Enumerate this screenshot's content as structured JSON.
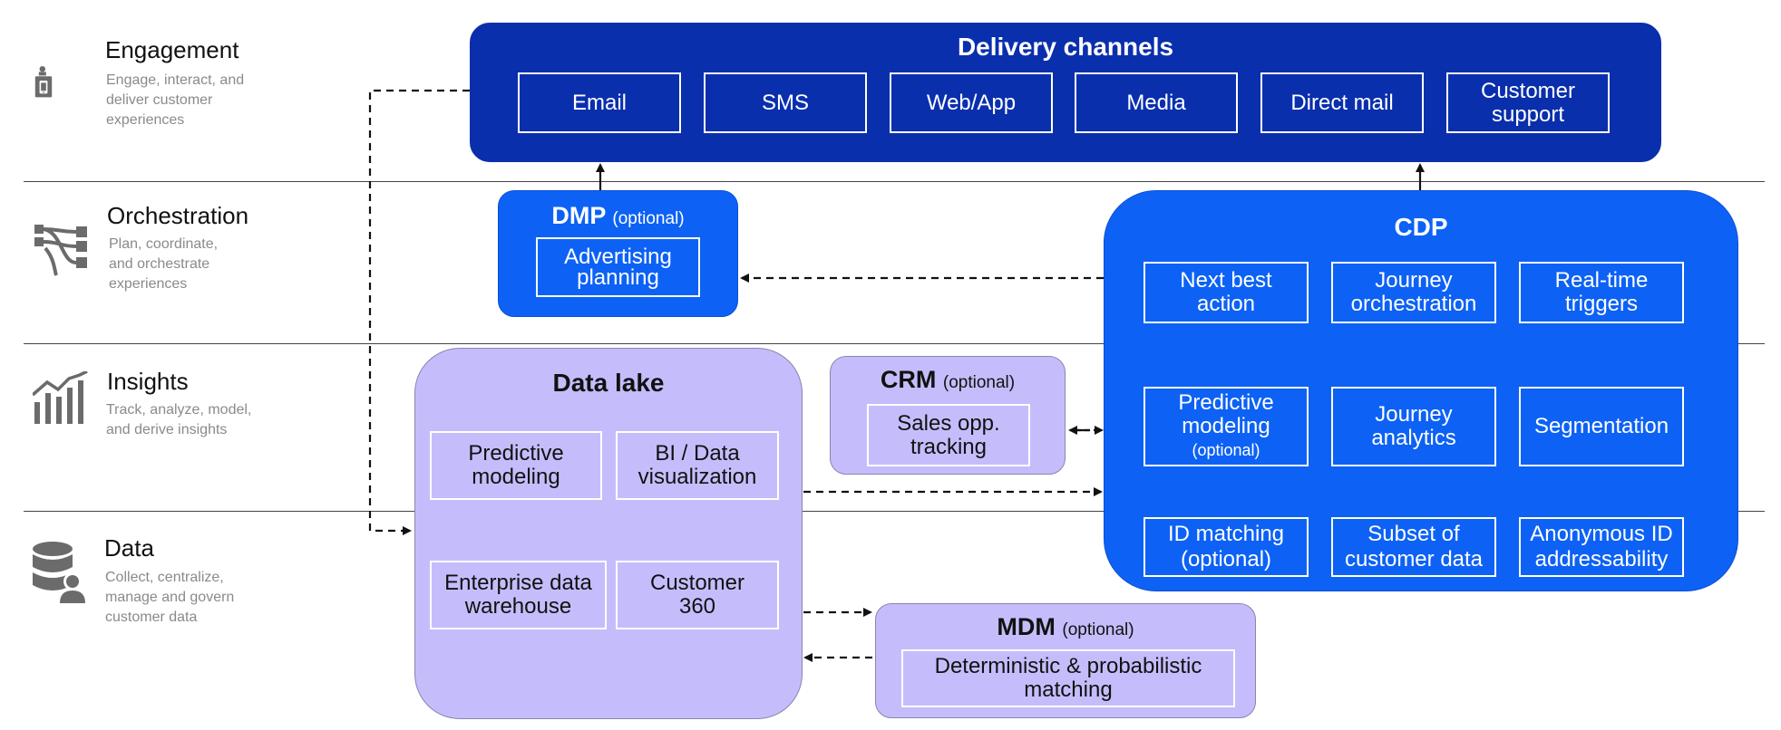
{
  "layers": [
    {
      "title": "Engagement",
      "desc": [
        "Engage, interact, and",
        "deliver customer",
        "experiences"
      ],
      "icon": "person-phone-icon"
    },
    {
      "title": "Orchestration",
      "desc": [
        "Plan, coordinate,",
        "and orchestrate",
        "experiences"
      ],
      "icon": "flow-nodes-icon"
    },
    {
      "title": "Insights",
      "desc": [
        "Track, analyze, model,",
        "and derive insights"
      ],
      "icon": "bar-chart-trend-icon"
    },
    {
      "title": "Data",
      "desc": [
        "Collect, centralize,",
        "manage and govern",
        "customer data"
      ],
      "icon": "database-user-icon"
    }
  ],
  "delivery": {
    "title": "Delivery channels",
    "channels": [
      "Email",
      "SMS",
      "Web/App",
      "Media",
      "Direct mail",
      "Customer support"
    ]
  },
  "dmp": {
    "title": "DMP",
    "optional": "(optional)",
    "items": [
      "Advertising planning"
    ]
  },
  "cdp": {
    "title": "CDP",
    "items": [
      {
        "label": "Next best action"
      },
      {
        "label": "Journey orchestration"
      },
      {
        "label": "Real-time triggers"
      },
      {
        "label": "Predictive modeling",
        "note": "(optional)"
      },
      {
        "label": "Journey analytics"
      },
      {
        "label": "Segmentation"
      },
      {
        "label": "ID matching (optional)"
      },
      {
        "label": "Subset of customer data"
      },
      {
        "label": "Anonymous ID addressability"
      }
    ]
  },
  "datalake": {
    "title": "Data lake",
    "items": [
      "Predictive modeling",
      "BI / Data visualization",
      "Enterprise data warehouse",
      "Customer 360"
    ]
  },
  "crm": {
    "title": "CRM",
    "optional": "(optional)",
    "items": [
      "Sales opp. tracking"
    ]
  },
  "mdm": {
    "title": "MDM",
    "optional": "(optional)",
    "items": [
      "Deterministic & probabilistic matching"
    ]
  },
  "colors": {
    "delivery_bg": "#0a2fad",
    "cdp_bg": "#0d62f5",
    "lavender": "#c5bdfb",
    "icon_gray": "#6b6b6b"
  }
}
